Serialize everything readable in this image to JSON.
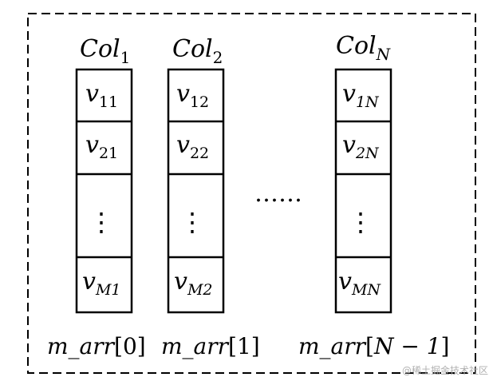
{
  "columns": [
    {
      "header": {
        "base": "Col",
        "sub": "1"
      },
      "cells": [
        {
          "base": "v",
          "sub": "11"
        },
        {
          "base": "v",
          "sub": "21"
        },
        {
          "ellipsis": "⋮"
        },
        {
          "base": "v",
          "sub": "M1"
        }
      ],
      "label": {
        "name": "m_arr",
        "open": "[",
        "index": "0",
        "close": "]"
      }
    },
    {
      "header": {
        "base": "Col",
        "sub": "2"
      },
      "cells": [
        {
          "base": "v",
          "sub": "12"
        },
        {
          "base": "v",
          "sub": "22"
        },
        {
          "ellipsis": "⋮"
        },
        {
          "base": "v",
          "sub": "M2"
        }
      ],
      "label": {
        "name": "m_arr",
        "open": "[",
        "index": "1",
        "close": "]"
      }
    },
    {
      "header": {
        "base": "Col",
        "sub": "N"
      },
      "cells": [
        {
          "base": "v",
          "sub": "1N"
        },
        {
          "base": "v",
          "sub": "2N"
        },
        {
          "ellipsis": "⋮"
        },
        {
          "base": "v",
          "sub": "MN"
        }
      ],
      "label": {
        "name": "m_arr",
        "open": "[",
        "index": "N − 1",
        "close": "]"
      }
    }
  ],
  "between_ellipsis": "……",
  "watermark": "@稀土掘金技术社区"
}
